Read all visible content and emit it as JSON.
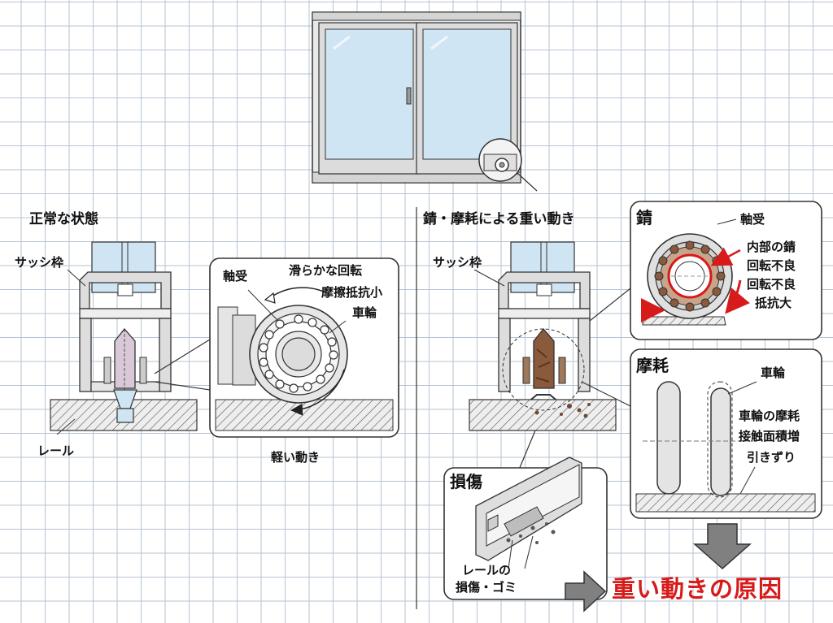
{
  "normal": {
    "heading": "正常な状態",
    "sash_frame": "サッシ枠",
    "rail": "レール",
    "bearing": "軸受",
    "smooth_rotation": "滑らかな回転",
    "low_friction": "摩擦抵抗小",
    "wheel": "車輪",
    "light_movement": "軽い動き"
  },
  "heavy": {
    "heading": "錆・摩耗による重い動き",
    "sash_frame": "サッシ枠",
    "rust": {
      "title": "錆",
      "bearing": "軸受",
      "internal_rust": "内部の錆",
      "rotation_fault_1": "回転不良",
      "rotation_fault_2": "回転不良",
      "high_resistance": "抵抗大"
    },
    "wear": {
      "title": "摩耗",
      "wheel": "車輪",
      "wheel_wear": "車輪の摩耗",
      "contact_area": "接触面積増",
      "dragging": "引きずり"
    },
    "damage": {
      "title": "損傷",
      "rail_label_1": "レールの",
      "rail_label_2": "損傷・ゴミ"
    },
    "cause": "重い動きの原因"
  },
  "colors": {
    "grid": "#b6c3d3",
    "glass": "#cfe5f3",
    "rust": "#8a5a3c",
    "accent_red": "#d71a1a",
    "arrow_gray": "#808080"
  }
}
